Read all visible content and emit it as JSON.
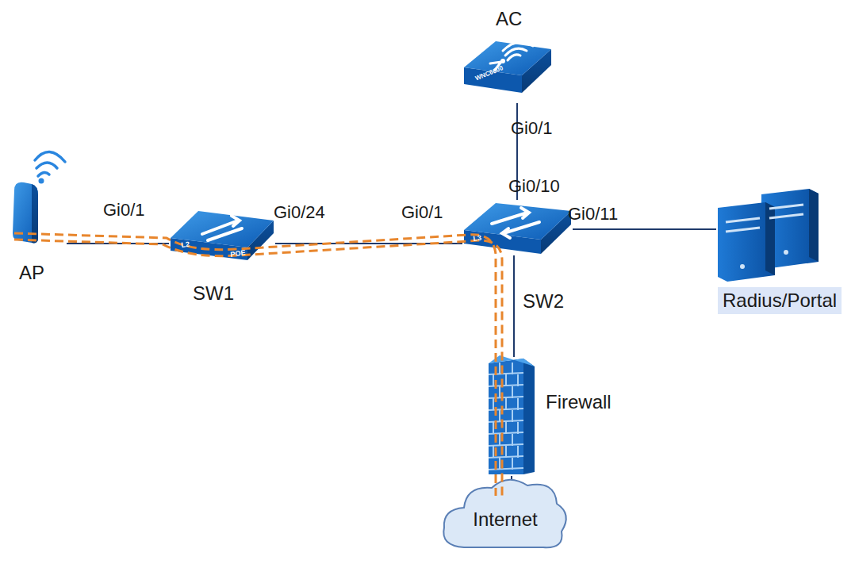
{
  "diagram": {
    "nodes": [
      {
        "text": [
          "AC"
        ]
      },
      {
        "text": [
          "AP"
        ]
      },
      {
        "text": [
          "SW1"
        ]
      },
      {
        "text": [
          "SW2"
        ]
      },
      {
        "text": [
          "Radius/Portal"
        ]
      },
      {
        "text": [
          "Firewall"
        ]
      },
      {
        "text": [
          "Internet"
        ]
      }
    ],
    "edges": [
      {
        "from": 1,
        "to": 2,
        "arrow": "none"
      },
      {
        "from": 2,
        "to": 3,
        "arrow": "none"
      },
      {
        "from": 3,
        "to": 0,
        "arrow": "none"
      },
      {
        "from": 3,
        "to": 4,
        "arrow": "none"
      },
      {
        "from": 3,
        "to": 5,
        "arrow": "none"
      },
      {
        "from": 5,
        "to": 6,
        "arrow": "none"
      }
    ],
    "labels": [
      "Gi0/1",
      "Gi0/24",
      "Gi0/1",
      "Gi0/1",
      "Gi0/10",
      "Gi0/11",
      "WNC6600",
      "L2",
      "POE",
      "L3"
    ]
  }
}
